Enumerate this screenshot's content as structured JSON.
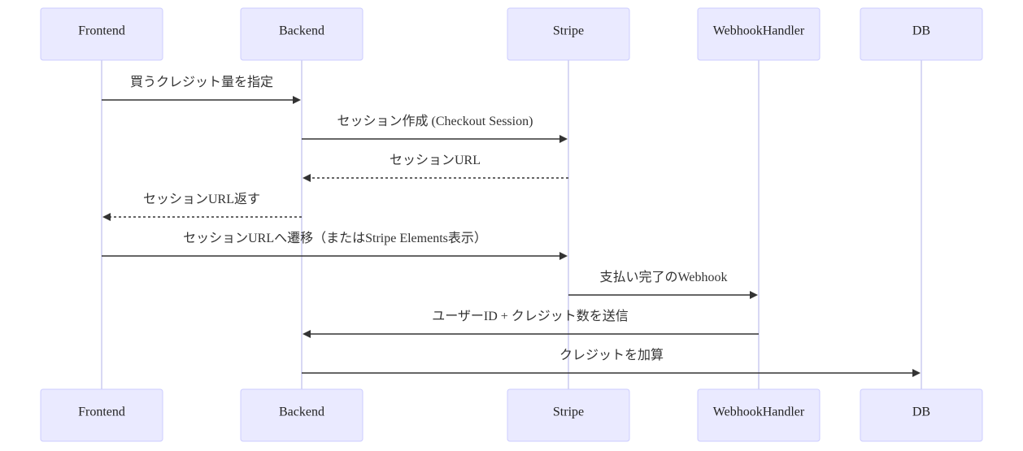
{
  "participants": [
    {
      "id": "frontend",
      "label": "Frontend"
    },
    {
      "id": "backend",
      "label": "Backend"
    },
    {
      "id": "stripe",
      "label": "Stripe"
    },
    {
      "id": "webhook",
      "label": "WebhookHandler"
    },
    {
      "id": "db",
      "label": "DB"
    }
  ],
  "messages": [
    {
      "from": "frontend",
      "to": "backend",
      "label": "買うクレジット量を指定",
      "style": "solid"
    },
    {
      "from": "backend",
      "to": "stripe",
      "label": "セッション作成 (Checkout Session)",
      "style": "solid"
    },
    {
      "from": "stripe",
      "to": "backend",
      "label": "セッションURL",
      "style": "dashed"
    },
    {
      "from": "backend",
      "to": "frontend",
      "label": "セッションURL返す",
      "style": "dashed"
    },
    {
      "from": "frontend",
      "to": "stripe",
      "label": "セッションURLへ遷移（またはStripe Elements表示）",
      "style": "solid"
    },
    {
      "from": "stripe",
      "to": "webhook",
      "label": "支払い完了のWebhook",
      "style": "solid"
    },
    {
      "from": "webhook",
      "to": "backend",
      "label": "ユーザーID + クレジット数を送信",
      "style": "solid"
    },
    {
      "from": "backend",
      "to": "db",
      "label": "クレジットを加算",
      "style": "solid"
    }
  ],
  "colors": {
    "actor_fill": "#eaeaff",
    "actor_stroke": "#ccccff",
    "lifeline": "#ccccf0",
    "message": "#333333"
  }
}
